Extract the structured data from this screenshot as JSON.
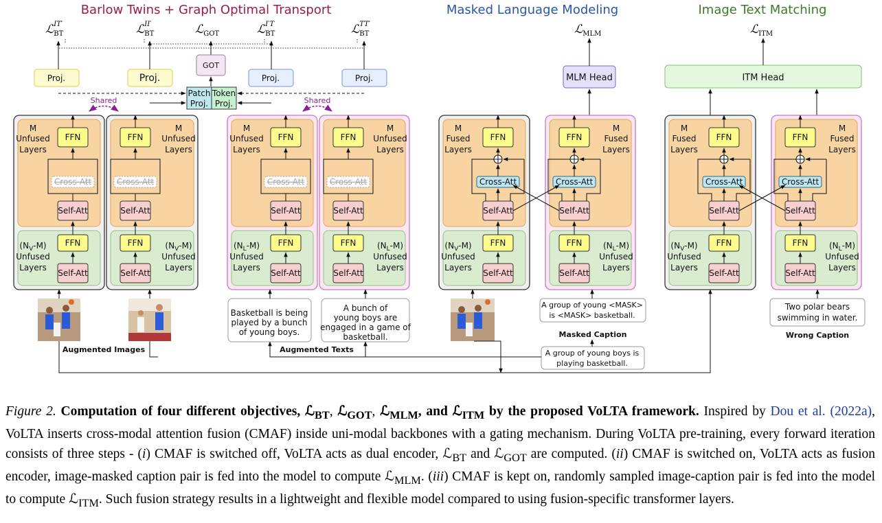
{
  "figure": {
    "sections": {
      "bt_got": "Barlow Twins + Graph Optimal Transport",
      "mlm": "Masked Language Modeling",
      "itm": "Image Text Matching"
    },
    "losses": {
      "bt_itp": {
        "sub": "BT",
        "sup": "IT′"
      },
      "bt_iip": {
        "sub": "BT",
        "sup": "II′"
      },
      "got": {
        "sub": "GOT"
      },
      "bt_ipt": {
        "sub": "BT",
        "sup": "I′T"
      },
      "bt_ttp": {
        "sub": "BT",
        "sup": "TT′"
      },
      "mlm": {
        "sub": "MLM"
      },
      "itm": {
        "sub": "ITM"
      }
    },
    "proj_label": "Proj.",
    "got_label": "GOT",
    "patch_proj": [
      "Patch",
      "Proj."
    ],
    "token_proj": [
      "Token",
      "Proj."
    ],
    "shared_label": "Shared",
    "ffn": "FFN",
    "self_att": "Self-Att",
    "cross_att": "Cross-Att",
    "m_unfused": [
      "M",
      "Unfused",
      "Layers"
    ],
    "m_fused": [
      "M",
      "Fused",
      "Layers"
    ],
    "nv_m": [
      "(N",
      "V",
      "-M)",
      "Unfused",
      "Layers"
    ],
    "nl_m": [
      "(N",
      "L",
      "-M)",
      "Unfused",
      "Layers"
    ],
    "mlm_head": "MLM Head",
    "itm_head": "ITM Head",
    "text_1": [
      "Basketball is being",
      "played by a bunch",
      "of young boys."
    ],
    "text_2": [
      "A bunch of",
      "young boys are",
      "engaged in a game of",
      "basketball."
    ],
    "masked_text": [
      "A group of young <MASK>",
      "is <MASK> basketball."
    ],
    "orig_text": [
      "A group of young boys is",
      "playing basketball."
    ],
    "wrong_text": [
      "Two polar bears",
      "swimming in water."
    ],
    "aug_images": "Augmented Images",
    "aug_texts": "Augmented Texts",
    "masked_caption": "Masked Caption",
    "wrong_caption": "Wrong Caption",
    "colors": {
      "section_bt": "#9b1b4f",
      "section_mlm": "#2a55a8",
      "section_itm": "#3c7a27",
      "ffn": "#fdfb8c",
      "self_att": "#f8cfcf",
      "cross_att": "#bfe6f3",
      "orange": "#f9d4a3",
      "green": "#d9ecd0",
      "img_backbone": "#f0f0f0",
      "txt_backbone": "#fbe6f3",
      "proj_img": "#fdfbd0",
      "proj_txt": "#e6efff",
      "mlm_head": "#e4e0fa",
      "itm_head": "#e4f8df",
      "patch": "#bfe9ef",
      "token": "#c6f1cf",
      "shared_arrow": "#8d1f95"
    }
  },
  "caption": {
    "fig_label": "Figure 2.",
    "bold_1": "Computation of four different objectives,",
    "l_bt": "BT",
    "comma": ",",
    "l_got": "GOT",
    "l_mlm": "MLM",
    "and": ", and",
    "l_itm": "ITM",
    "bold_2": "by the proposed VoLTA framework.",
    "t1": "Inspired by",
    "cite_1": "Dou et al.",
    "cite_2": "(2022a)",
    "t2": ", VoLTA inserts cross-modal attention fusion (CMAF) inside uni-modal backbones with a gating mechanism. During VoLTA pre-training, every forward iteration consists of three steps - (",
    "i": "i",
    "t3": ") CMAF is switched off, VoLTA acts as dual encoder,",
    "and2": "and",
    "t4": "are computed. (",
    "ii": "ii",
    "t5": ") CMAF is switched on, VoLTA acts as fusion encoder, image-masked caption pair is fed into the model to compute",
    "t6": ". (",
    "iii": "iii",
    "t7": ") CMAF is kept on, randomly sampled image-caption pair is fed into the model to compute",
    "t8": ". Such fusion strategy results in a lightweight and flexible model compared to using fusion-specific transformer layers."
  }
}
